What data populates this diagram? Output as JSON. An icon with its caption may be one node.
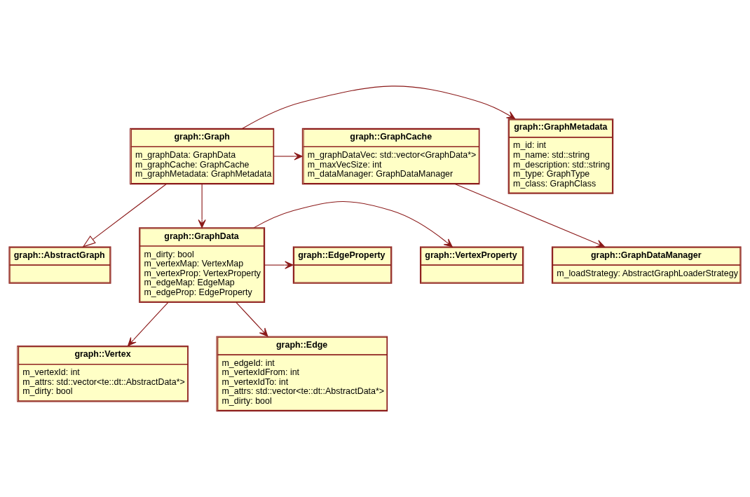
{
  "diagram": {
    "nodes": [
      {
        "text": [
          "graph::AbstractGraph"
        ]
      },
      {
        "text": [
          "graph::GraphMetadata",
          "m_id: int",
          "m_name: std::string",
          "m_description: std::string",
          "m_type: GraphType",
          "m_class: GraphClass"
        ]
      },
      {
        "text": [
          "graph::Graph",
          "m_graphData: GraphData",
          "m_graphCache: GraphCache",
          "m_graphMetadata: GraphMetadata"
        ]
      },
      {
        "text": [
          "graph::GraphCache",
          "m_graphDataVec: std::vector<GraphData*>",
          "m_maxVecSize: int",
          "m_dataManager: GraphDataManager"
        ]
      },
      {
        "text": [
          "graph::GraphDataManager",
          "m_loadStrategy: AbstractGraphLoaderStrategy"
        ]
      },
      {
        "text": [
          "graph::GraphData",
          "m_dirty: bool",
          "m_vertexMap: VertexMap",
          "m_vertexProp: VertexProperty",
          "m_edgeMap: EdgeMap",
          "m_edgeProp: EdgeProperty"
        ]
      },
      {
        "text": [
          "graph::VertexProperty"
        ]
      },
      {
        "text": [
          "graph::EdgeProperty"
        ]
      },
      {
        "text": [
          "graph::Vertex",
          "m_vertexId: int",
          "m_attrs: std::vector<te::dt::AbstractData*>",
          "m_dirty: bool"
        ]
      },
      {
        "text": [
          "graph::Edge",
          "m_edgeId: int",
          "m_vertexIdFrom: int",
          "m_vertexIdTo: int",
          "m_attrs: std::vector<te::dt::AbstractData*>",
          "m_dirty: bool"
        ]
      }
    ],
    "edges": [
      {
        "from": 2,
        "to": 0,
        "arrow": "to"
      },
      {
        "from": 2,
        "to": 1,
        "arrow": "to"
      },
      {
        "from": 2,
        "to": 3,
        "arrow": "to"
      },
      {
        "from": 3,
        "to": 4,
        "arrow": "to"
      },
      {
        "from": 2,
        "to": 5,
        "arrow": "to"
      },
      {
        "from": 5,
        "to": 6,
        "arrow": "to"
      },
      {
        "from": 5,
        "to": 7,
        "arrow": "to"
      },
      {
        "from": 5,
        "to": 8,
        "arrow": "to"
      },
      {
        "from": 5,
        "to": 9,
        "arrow": "to"
      }
    ]
  }
}
